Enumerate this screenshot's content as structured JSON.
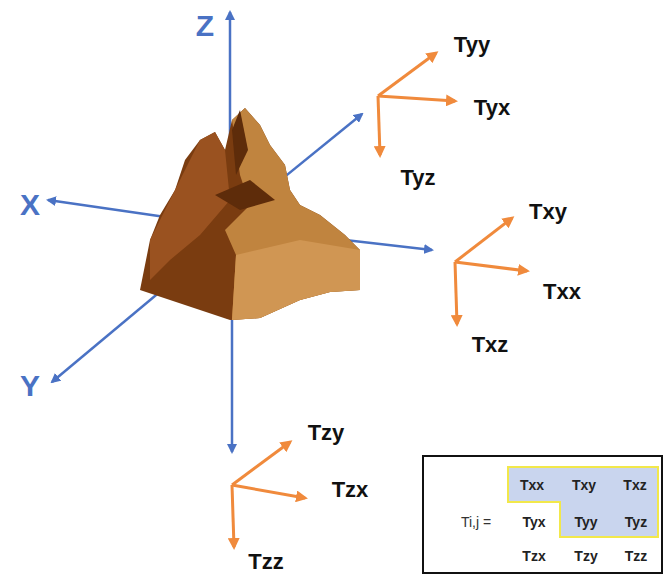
{
  "diagram": {
    "nodes": [
      {
        "text": [
          "Ti,j =",
          "Txx",
          "Txy",
          "Txz",
          "Tyx",
          "Tyy",
          "Tyz",
          "Tzx",
          "Tzy",
          "Tzz"
        ]
      }
    ],
    "labels": [
      "Z",
      "X",
      "Y",
      "Tyy",
      "Tyx",
      "Tyz",
      "Txy",
      "Txx",
      "Txz",
      "Tzy",
      "Tzx",
      "Tzz"
    ]
  }
}
